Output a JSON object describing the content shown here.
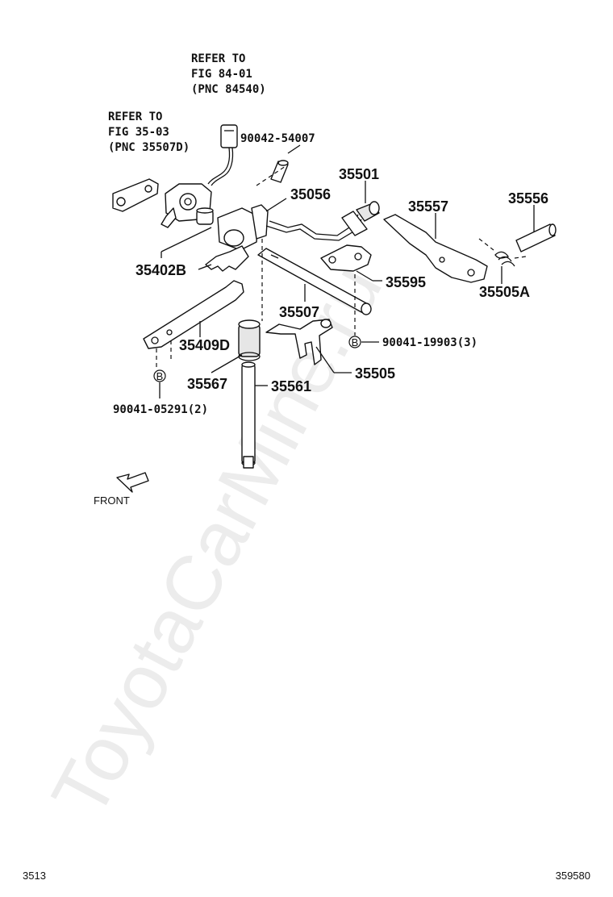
{
  "watermark": "ToyotaCarMine.ru",
  "refs": {
    "ref1": {
      "line1": "REFER TO",
      "line2": "FIG 84-01",
      "line3": "(PNC 84540)"
    },
    "ref2": {
      "line1": "REFER TO",
      "line2": "FIG 35-03",
      "line3": "(PNC 35507D)"
    }
  },
  "parts": {
    "p90042_54007": "90042-54007",
    "p35501": "35501",
    "p35056": "35056",
    "p35557": "35557",
    "p35556": "35556",
    "p35402B": "35402B",
    "p35595": "35595",
    "p35505A": "35505A",
    "p35507": "35507",
    "p35409D": "35409D",
    "p90041_19903": "90041-19903(3)",
    "p35567": "35567",
    "p35505": "35505",
    "p35561": "35561",
    "p90041_05291": "90041-05291(2)"
  },
  "markers": {
    "b": "B"
  },
  "front_label": "FRONT",
  "footer": {
    "left": "3513",
    "right": "359580"
  }
}
